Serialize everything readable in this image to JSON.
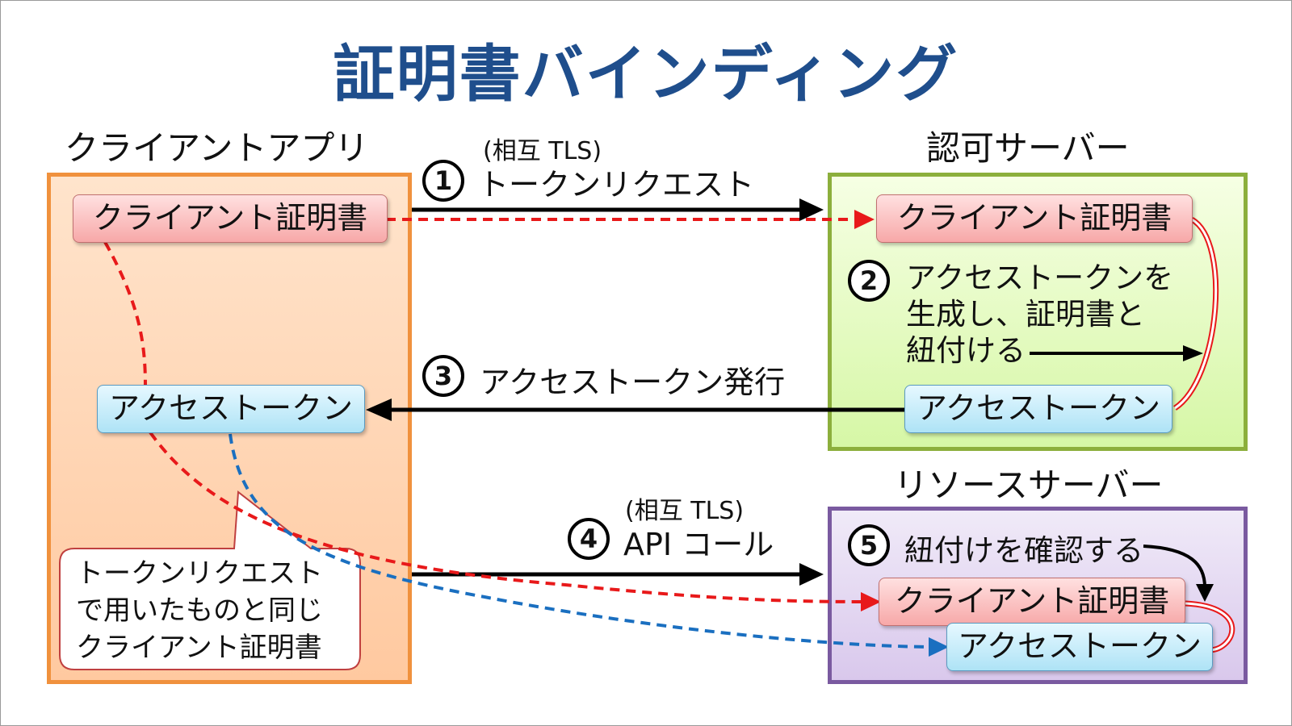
{
  "title": "証明書バインディング",
  "client": {
    "heading": "クライアントアプリ",
    "cert_label": "クライアント証明書",
    "token_label": "アクセストークン",
    "callout_lines": [
      "トークンリクエスト",
      "で用いたものと同じ",
      "クライアント証明書"
    ]
  },
  "auth_server": {
    "heading": "認可サーバー",
    "cert_label": "クライアント証明書",
    "token_label": "アクセストークン",
    "step2_lines": [
      "アクセストークンを",
      "生成し、証明書と",
      "紐付ける"
    ]
  },
  "resource_server": {
    "heading": "リソースサーバー",
    "cert_label": "クライアント証明書",
    "token_label": "アクセストークン",
    "step5_text": "紐付けを確認する"
  },
  "steps": {
    "step1": {
      "number": "1",
      "note": "(相互 TLS)",
      "text": "トークンリクエスト"
    },
    "step2": {
      "number": "2"
    },
    "step3": {
      "number": "3",
      "text": "アクセストークン発行"
    },
    "step4": {
      "number": "4",
      "note": "(相互 TLS)",
      "text": "API コール"
    },
    "step5": {
      "number": "5"
    }
  },
  "colors": {
    "title": "#1f4e8c",
    "client_border": "#f0913d",
    "auth_border": "#8caf3c",
    "resource_border": "#7a5aa0",
    "cert_link": "#e8191a",
    "token_link": "#1a6fc0",
    "arrow": "#000000"
  }
}
